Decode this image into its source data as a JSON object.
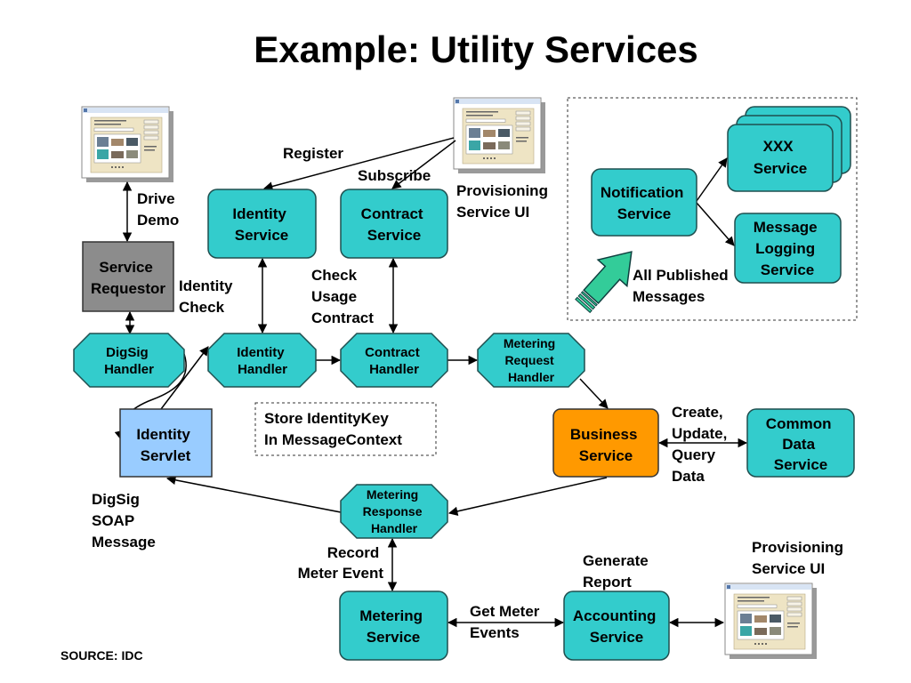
{
  "title": "Example: Utility Services",
  "nodes": {
    "service_requestor": [
      "Service",
      "Requestor"
    ],
    "identity_service": [
      "Identity",
      "Service"
    ],
    "contract_service": [
      "Contract",
      "Service"
    ],
    "digsig_handler": [
      "DigSig",
      "Handler"
    ],
    "identity_handler": [
      "Identity",
      "Handler"
    ],
    "contract_handler": [
      "Contract",
      "Handler"
    ],
    "metering_request_handler": [
      "Metering",
      "Request",
      "Handler"
    ],
    "identity_servlet": [
      "Identity",
      "Servlet"
    ],
    "business_service": [
      "Business",
      "Service"
    ],
    "common_data_service": [
      "Common",
      "Data",
      "Service"
    ],
    "metering_response_handler": [
      "Metering",
      "Response",
      "Handler"
    ],
    "metering_service": [
      "Metering",
      "Service"
    ],
    "accounting_service": [
      "Accounting",
      "Service"
    ],
    "notification_service": [
      "Notification",
      "Service"
    ],
    "xxx_service": [
      "XXX",
      "Service"
    ],
    "message_logging_service": [
      "Message",
      "Logging",
      "Service"
    ]
  },
  "labels": {
    "drive_demo": [
      "Drive",
      "Demo"
    ],
    "identity_check": [
      "Identity",
      "Check"
    ],
    "register": "Register",
    "subscribe": "Subscribe",
    "provisioning_ui_top": [
      "Provisioning",
      "Service UI"
    ],
    "check_usage_contract": [
      "Check",
      "Usage",
      "Contract"
    ],
    "all_published_messages": [
      "All Published",
      "Messages"
    ],
    "store_identitykey": [
      "Store IdentityKey",
      "In MessageContext"
    ],
    "create_update_query_data": [
      "Create,",
      "Update,",
      "Query",
      "Data"
    ],
    "digsig_soap_message": [
      "DigSig",
      "SOAP",
      "Message"
    ],
    "record_meter_event": [
      "Record",
      "Meter Event"
    ],
    "get_meter_events": [
      "Get Meter",
      "Events"
    ],
    "generate_report": [
      "Generate",
      "Report"
    ],
    "provisioning_ui_bottom": [
      "Provisioning",
      "Service UI"
    ]
  },
  "source": "SOURCE: IDC",
  "icons": {
    "ui_thumbnail": "window-screenshot-icon",
    "published_arrow": "up-right-arrow-icon"
  },
  "colors": {
    "service": "#33CCCC",
    "requestor": "#8C8C8C",
    "servlet": "#99CCFF",
    "business": "#FF9900",
    "published_arrow": "#33CC99"
  }
}
